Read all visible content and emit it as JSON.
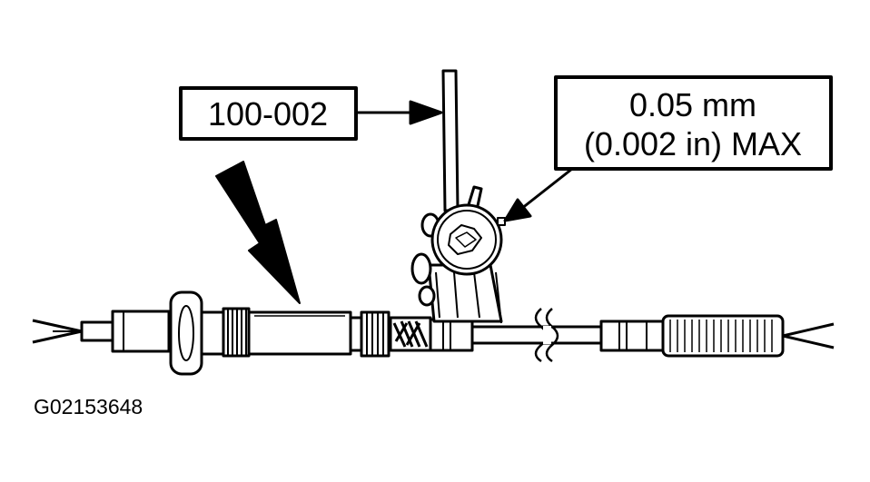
{
  "callouts": {
    "tool_number": "100-002",
    "spec_line1": "0.05 mm",
    "spec_line2": "(0.002 in) MAX"
  },
  "figure_id": "G02153648",
  "colors": {
    "ink": "#000000",
    "paper": "#ffffff"
  }
}
